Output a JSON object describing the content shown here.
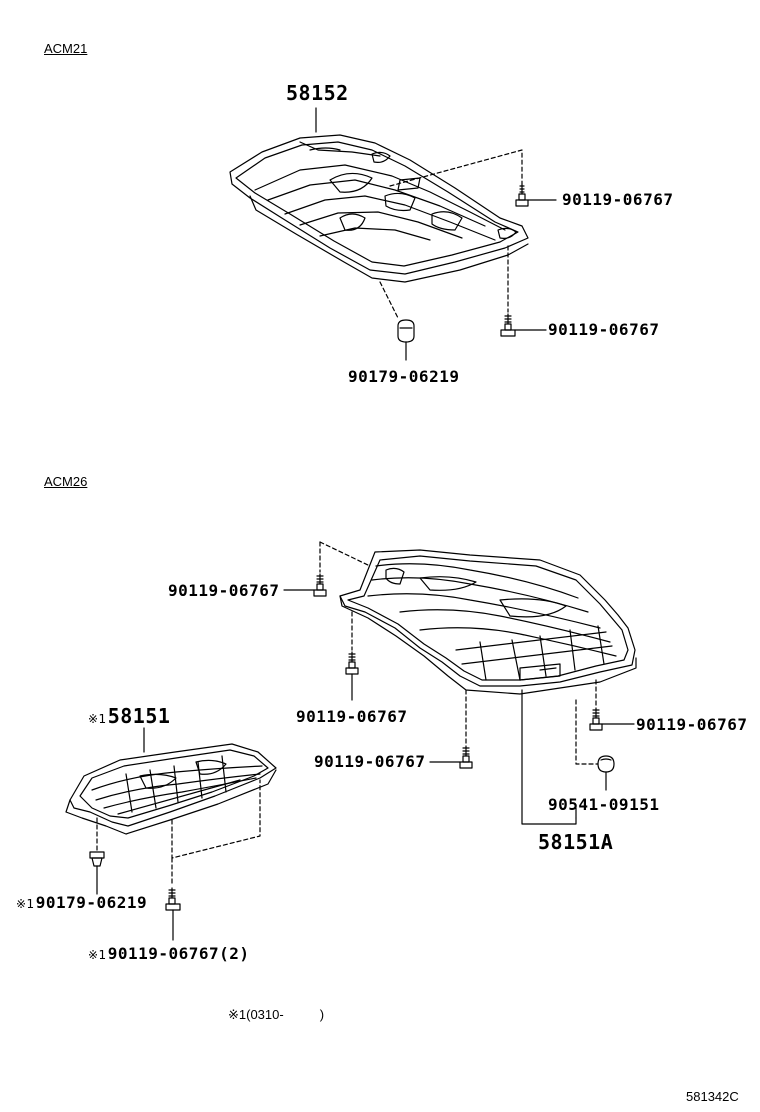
{
  "sections": {
    "acm21": "ACM21",
    "acm26": "ACM26"
  },
  "parts": {
    "p58152": "58152",
    "p58151": "58151",
    "p58151A": "58151A",
    "bolt": "90119-06767",
    "bolt_qty": "90119-06767(2)",
    "clip": "90179-06219",
    "plug": "90541-09151"
  },
  "marks": {
    "ref": "※1"
  },
  "footnote": {
    "mark": "※1",
    "text": "(0310-",
    "close": ")"
  },
  "drawing_number": "581342C"
}
